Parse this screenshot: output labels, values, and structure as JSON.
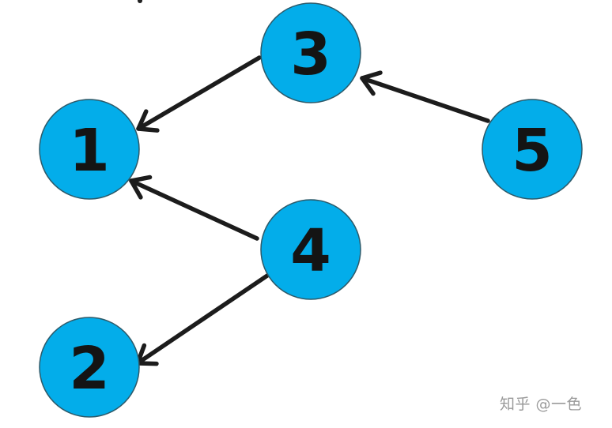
{
  "diagram": {
    "colors": {
      "node_fill": "#03adea",
      "node_stroke": "#2d5a6a",
      "edge": "#1c1c1c"
    },
    "nodes": [
      {
        "id": "1",
        "label": "1"
      },
      {
        "id": "2",
        "label": "2"
      },
      {
        "id": "3",
        "label": "3"
      },
      {
        "id": "4",
        "label": "4"
      },
      {
        "id": "5",
        "label": "5"
      }
    ],
    "edges": [
      {
        "from": "3",
        "to": "1"
      },
      {
        "from": "4",
        "to": "1"
      },
      {
        "from": "4",
        "to": "2"
      },
      {
        "from": "5",
        "to": "3"
      }
    ]
  },
  "watermark": "知乎 @一色"
}
